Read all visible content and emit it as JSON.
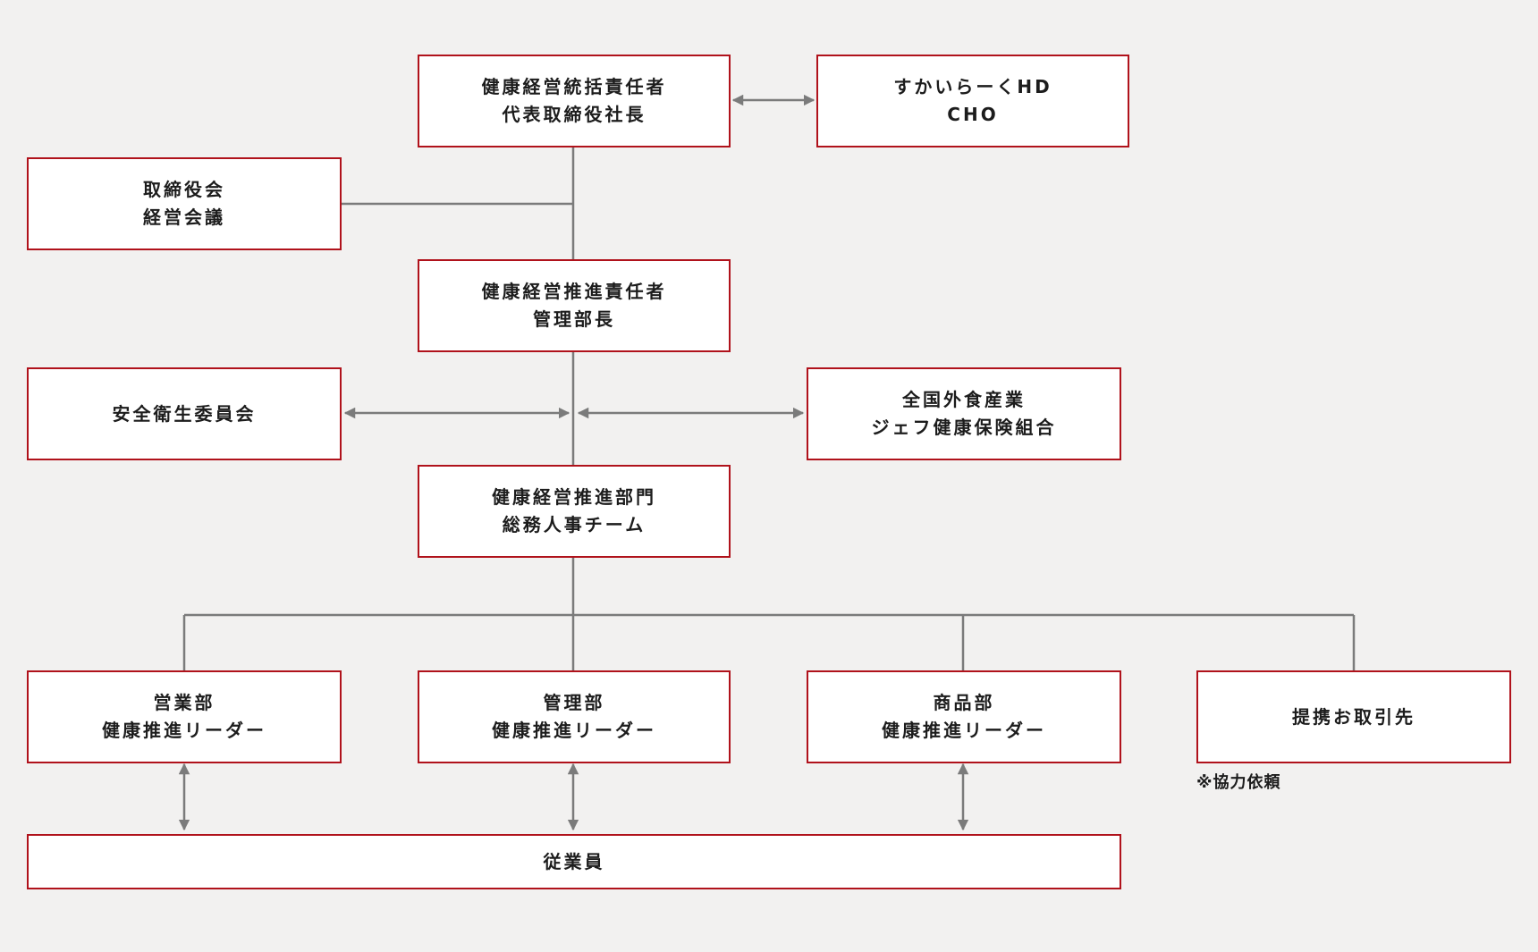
{
  "colors": {
    "background": "#f2f1f0",
    "box_border": "#b0121b",
    "box_fill": "#ffffff",
    "connector": "#7b7b7b",
    "text": "#1c1c1c"
  },
  "nodes": {
    "ceo": {
      "line1": "健康経営統括責任者",
      "line2": "代表取締役社長"
    },
    "skylark": {
      "line1": "すかいらーくHD",
      "line2": "CHO"
    },
    "board": {
      "line1": "取締役会",
      "line2": "経営会議"
    },
    "promotion_manager": {
      "line1": "健康経営推進責任者",
      "line2": "管理部長"
    },
    "safety_committee": {
      "line1": "安全衛生委員会"
    },
    "health_insurance": {
      "line1": "全国外食産業",
      "line2": "ジェフ健康保険組合"
    },
    "promotion_dept": {
      "line1": "健康経営推進部門",
      "line2": "総務人事チーム"
    },
    "sales": {
      "line1": "営業部",
      "line2": "健康推進リーダー"
    },
    "admin": {
      "line1": "管理部",
      "line2": "健康推進リーダー"
    },
    "product": {
      "line1": "商品部",
      "line2": "健康推進リーダー"
    },
    "partners": {
      "line1": "提携お取引先",
      "note": "※協力依頼"
    },
    "employees": {
      "line1": "従業員"
    }
  }
}
